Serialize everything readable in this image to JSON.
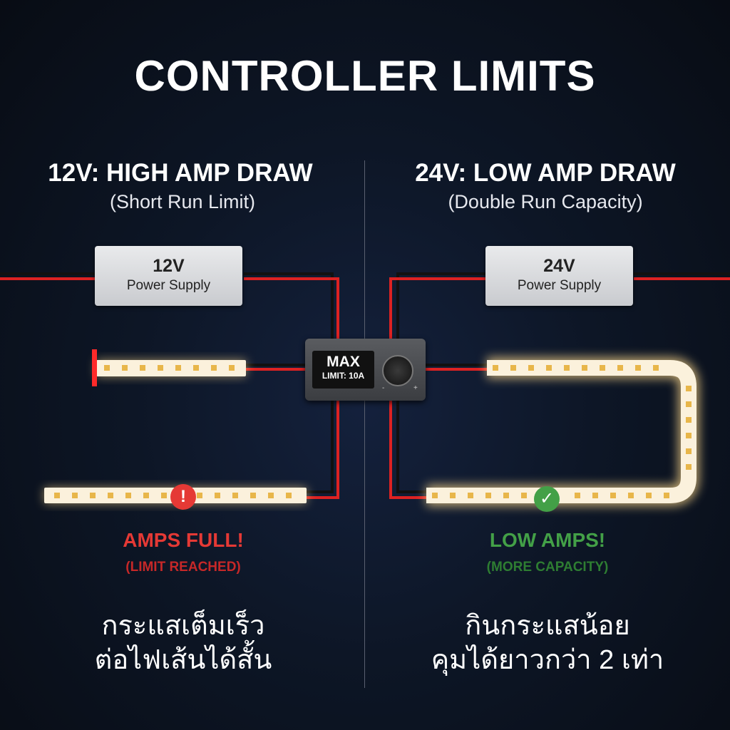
{
  "title": "CONTROLLER LIMITS",
  "left": {
    "heading": "12V: HIGH AMP DRAW",
    "subheading": "(Short Run Limit)",
    "psu_voltage": "12V",
    "psu_label": "Power Supply",
    "status": "AMPS FULL!",
    "status_detail": "(LIMIT REACHED)",
    "thai_line1": "กระแสเต็มเร็ว",
    "thai_line2": "ต่อไฟเส้นได้สั้น",
    "status_color": "#e53935"
  },
  "right": {
    "heading": "24V: LOW AMP DRAW",
    "subheading": "(Double Run Capacity)",
    "psu_voltage": "24V",
    "psu_label": "Power Supply",
    "status": "LOW AMPS!",
    "status_detail": "(MORE CAPACITY)",
    "thai_line1": "กินกระแสน้อย",
    "thai_line2": "คุมได้ยาวกว่า 2 เท่า",
    "status_color": "#43a047"
  },
  "controller": {
    "display_main": "MAX",
    "display_limit": "LIMIT: 10A",
    "knob_minus": "-",
    "knob_plus": "+"
  },
  "icons": {
    "alert": "!",
    "check": "✓"
  }
}
